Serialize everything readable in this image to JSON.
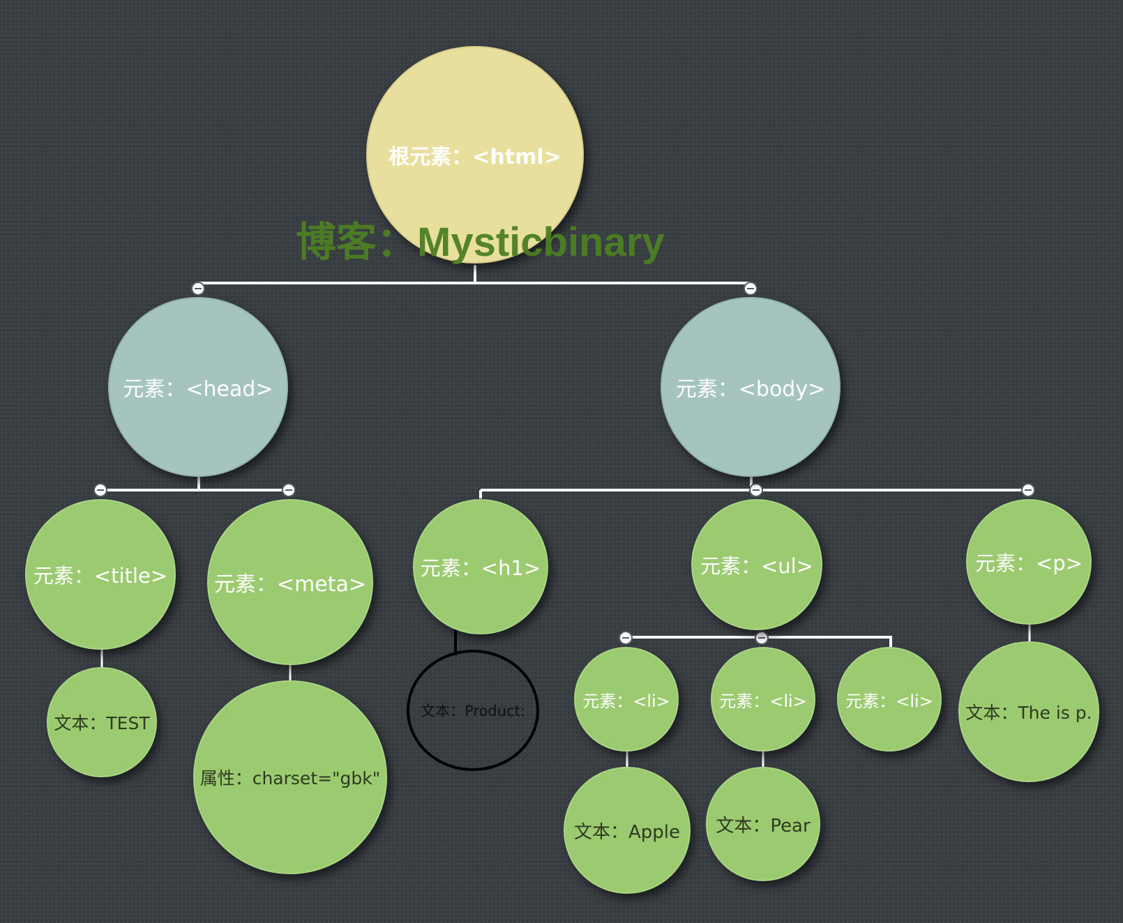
{
  "colors": {
    "background": "#383d42",
    "root_fill": "#e8de9d",
    "level1_fill": "#a5c4be",
    "element_fill": "#9bca70",
    "connector": "#ffffff",
    "watermark": "#4d7f24",
    "highlight_outline": "#000000"
  },
  "watermark": {
    "text": "博客：Mysticbinary"
  },
  "tree": {
    "root": {
      "label": "根元素：<html>"
    },
    "head": {
      "label": "元素：<head>",
      "title": {
        "label": "元素：<title>",
        "text": "文本：TEST"
      },
      "meta": {
        "label": "元素：<meta>",
        "attribute": "属性：charset=\"gbk\""
      }
    },
    "body": {
      "label": "元素：<body>",
      "h1": {
        "label": "元素：<h1>",
        "text": "文本：Product:"
      },
      "ul": {
        "label": "元素：<ul>",
        "items": [
          {
            "label": "元素：<li>",
            "text": "文本：Apple"
          },
          {
            "label": "元素：<li>",
            "text": "文本：Pear"
          },
          {
            "label": "元素：<li>"
          }
        ]
      },
      "p": {
        "label": "元素：<p>",
        "text": "文本：The is p."
      }
    }
  },
  "collapse_icon": "minus-circle-icon"
}
